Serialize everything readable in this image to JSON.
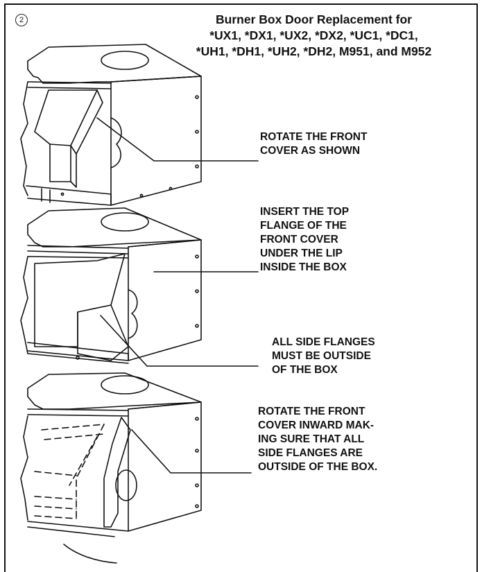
{
  "step_number": "2",
  "title_lines": [
    "Burner Box Door Replacement for",
    "*UX1, *DX1, *UX2, *DX2, *UC1, *DC1,",
    "*UH1, *DH1, *UH2, *DH2, M951, and M952"
  ],
  "callouts": [
    {
      "lines": [
        "ROTATE THE FRONT",
        "COVER AS SHOWN"
      ]
    },
    {
      "lines": [
        "INSERT THE TOP",
        "FLANGE OF THE",
        "FRONT COVER",
        "UNDER THE LIP",
        "INSIDE THE BOX"
      ]
    },
    {
      "lines": [
        "ALL SIDE FLANGES",
        "MUST BE OUTSIDE",
        "OF THE BOX"
      ]
    },
    {
      "lines": [
        "ROTATE THE FRONT",
        "COVER INWARD MAK-",
        "ING SURE THAT ALL",
        "SIDE FLANGES ARE",
        "OUTSIDE OF THE BOX."
      ]
    }
  ]
}
